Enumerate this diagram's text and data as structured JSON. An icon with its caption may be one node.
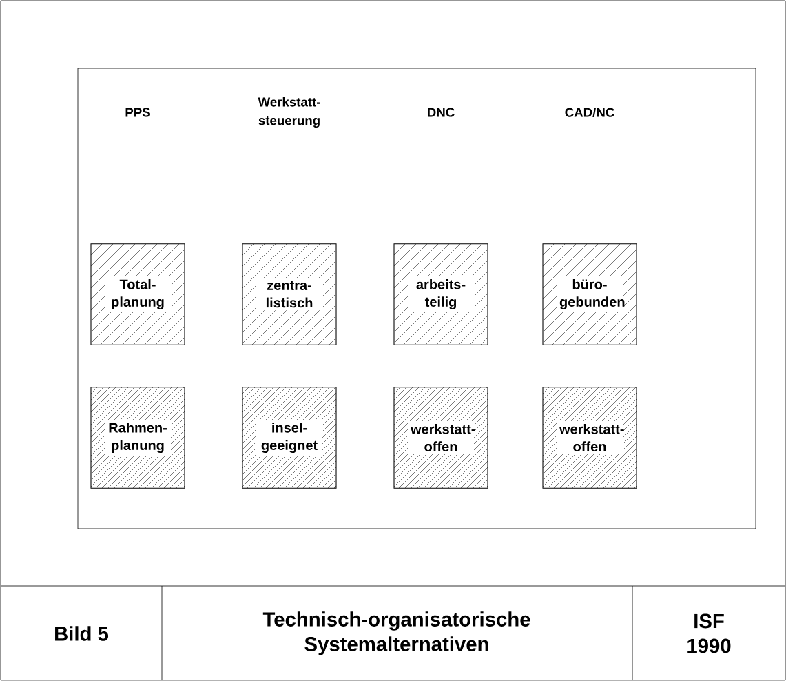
{
  "diagram": {
    "title": "Technisch-organisatorische Systemalternativen",
    "nodes": [
      {
        "text": [
          "Total- planung"
        ]
      },
      {
        "text": [
          "zentra- listisch"
        ]
      },
      {
        "text": [
          "arbeits- teilig"
        ]
      },
      {
        "text": [
          "büro- gebunden"
        ]
      },
      {
        "text": [
          "Rahmen- planung"
        ]
      },
      {
        "text": [
          "insel- geeignet"
        ]
      },
      {
        "text": [
          "werkstatt- offen"
        ]
      },
      {
        "text": [
          "werkstatt- offen"
        ]
      }
    ],
    "labels": [
      "PPS",
      "Werkstatt- steuerung",
      "DNC",
      "CAD/NC",
      "Bild 5",
      "ISF 1990"
    ]
  }
}
